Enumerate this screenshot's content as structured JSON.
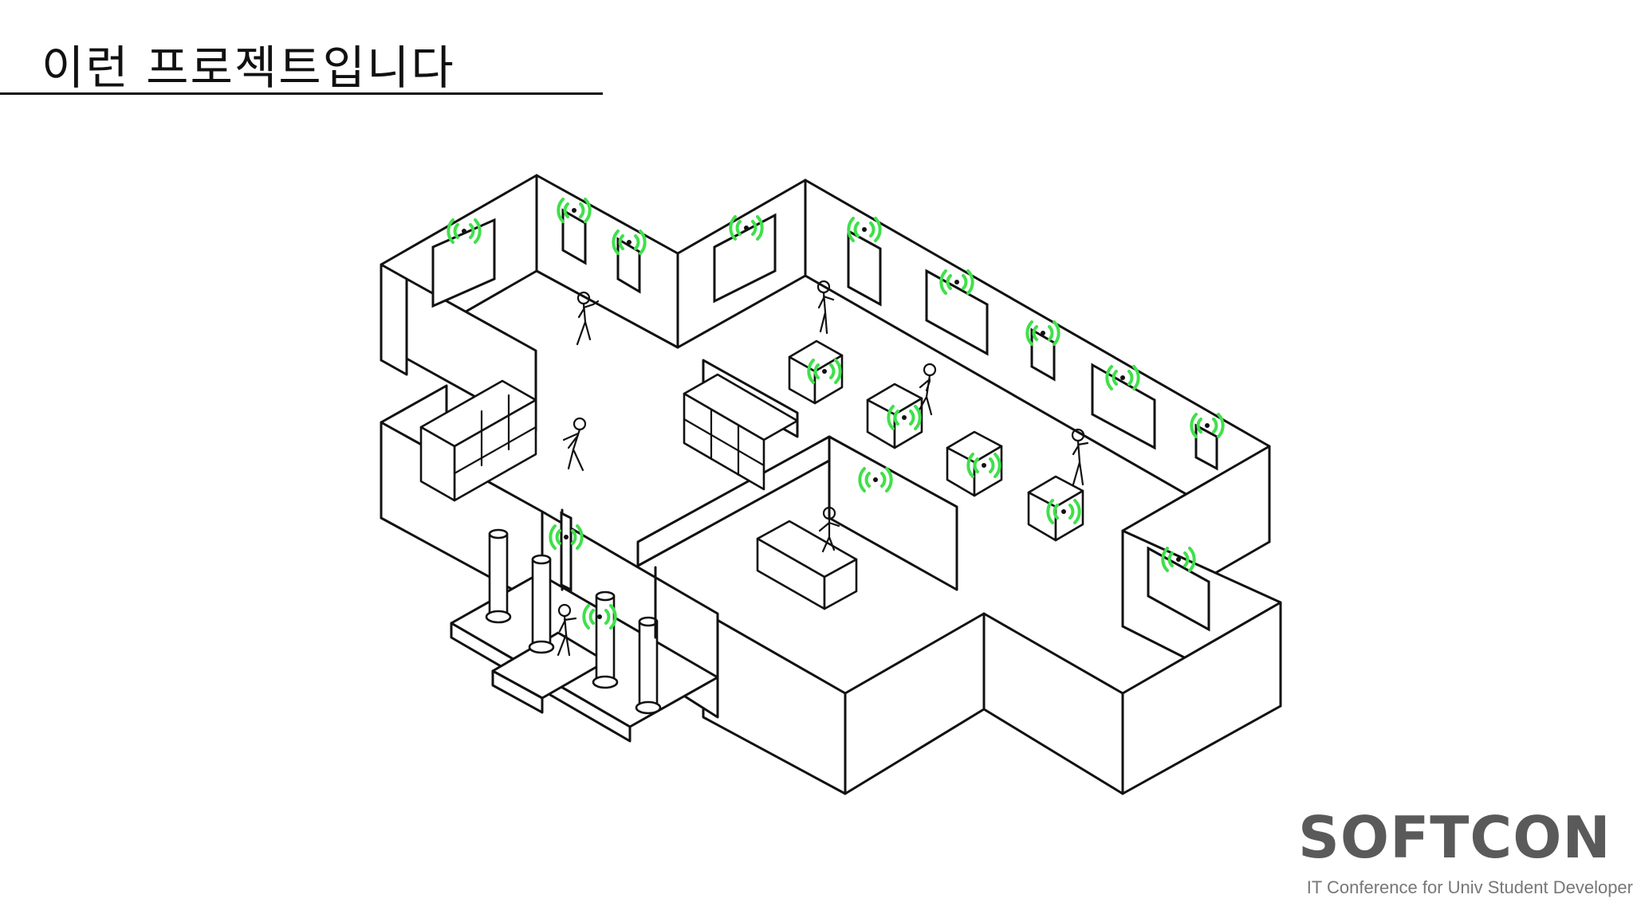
{
  "slide": {
    "title": "이런 프로젝트입니다"
  },
  "branding": {
    "logo": "SOFTCON",
    "tagline": "IT Conference for Univ Student Developer"
  },
  "colors": {
    "signal": "#3fe04a",
    "line": "#111111",
    "logo": "#5a5a5a",
    "tagline": "#777777"
  },
  "diagram": {
    "type": "isometric-floor-plan",
    "sensor_icon": "wireless-signal-icon",
    "person_icon": "stick-figure-icon"
  }
}
